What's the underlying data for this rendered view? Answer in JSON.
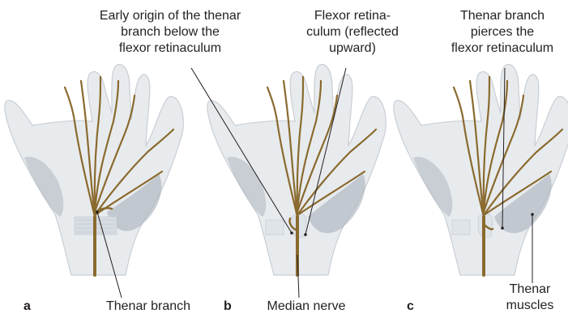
{
  "labels": {
    "early_origin": [
      "Early origin of the thenar",
      "branch below the",
      "flexor retinaculum"
    ],
    "flexor_retinaculum": [
      "Flexor retina-",
      "culum (reflected",
      "upward)"
    ],
    "thenar_pierces": [
      "Thenar branch",
      "pierces the",
      "flexor retinaculum"
    ],
    "thenar_branch": "Thenar branch",
    "median_nerve": "Median nerve",
    "thenar_muscles": [
      "Thenar",
      "muscles"
    ]
  },
  "panels": [
    "a",
    "b",
    "c"
  ],
  "colors": {
    "hand_fill": "#e8ebee",
    "hand_stroke": "#c9ced4",
    "muscle": "#aeb6bf",
    "nerve": "#8a6a2e",
    "leader": "#231f20"
  }
}
